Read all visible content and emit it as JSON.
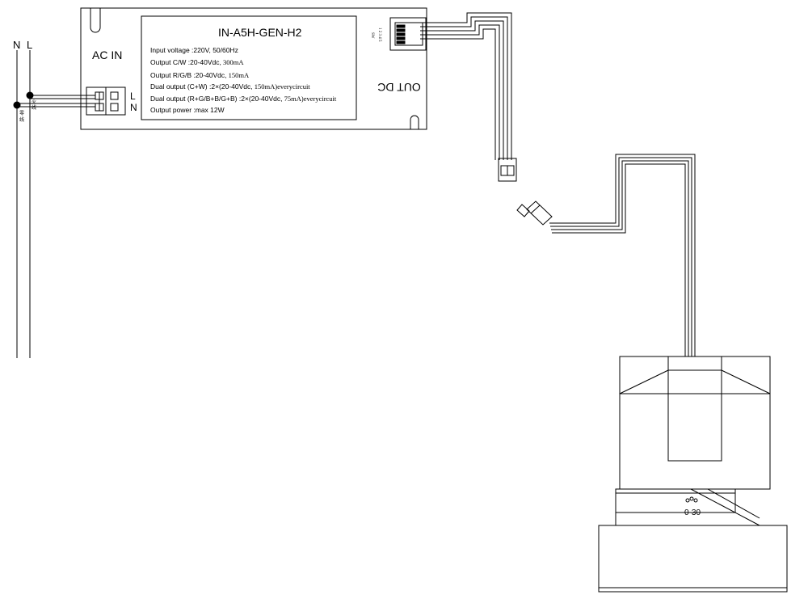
{
  "mains": {
    "n_label": "N",
    "l_label": "L",
    "live_cn_1": "火",
    "live_cn_2": "线",
    "neutral_cn_1": "零",
    "neutral_cn_2": "线"
  },
  "driver": {
    "ac_in_label": "AC IN",
    "terminal_l": "L",
    "terminal_n": "N",
    "model": "IN-A5H-GEN-H2",
    "out_dc_label": "OUT DC",
    "specs": [
      {
        "main": "Input voltage :220V,  50/60Hz",
        "extra": ""
      },
      {
        "main": "Output C/W :20-40Vdc,",
        "extra": " 300mA"
      },
      {
        "main": "Output R/G/B :20-40Vdc,",
        "extra": " 150mA"
      },
      {
        "main": "Dual output (C+W) :2×(20-40Vdc,",
        "extra": " 150mA)everycircuit"
      },
      {
        "main": "Dual output (R+G/B+B/G+B) :2×(20-40Vdc,",
        "extra": " 75mA)everycircuit"
      },
      {
        "main": "Output power :max 12W",
        "extra": ""
      }
    ]
  },
  "lamp": {
    "tilt_label": "0-30"
  }
}
